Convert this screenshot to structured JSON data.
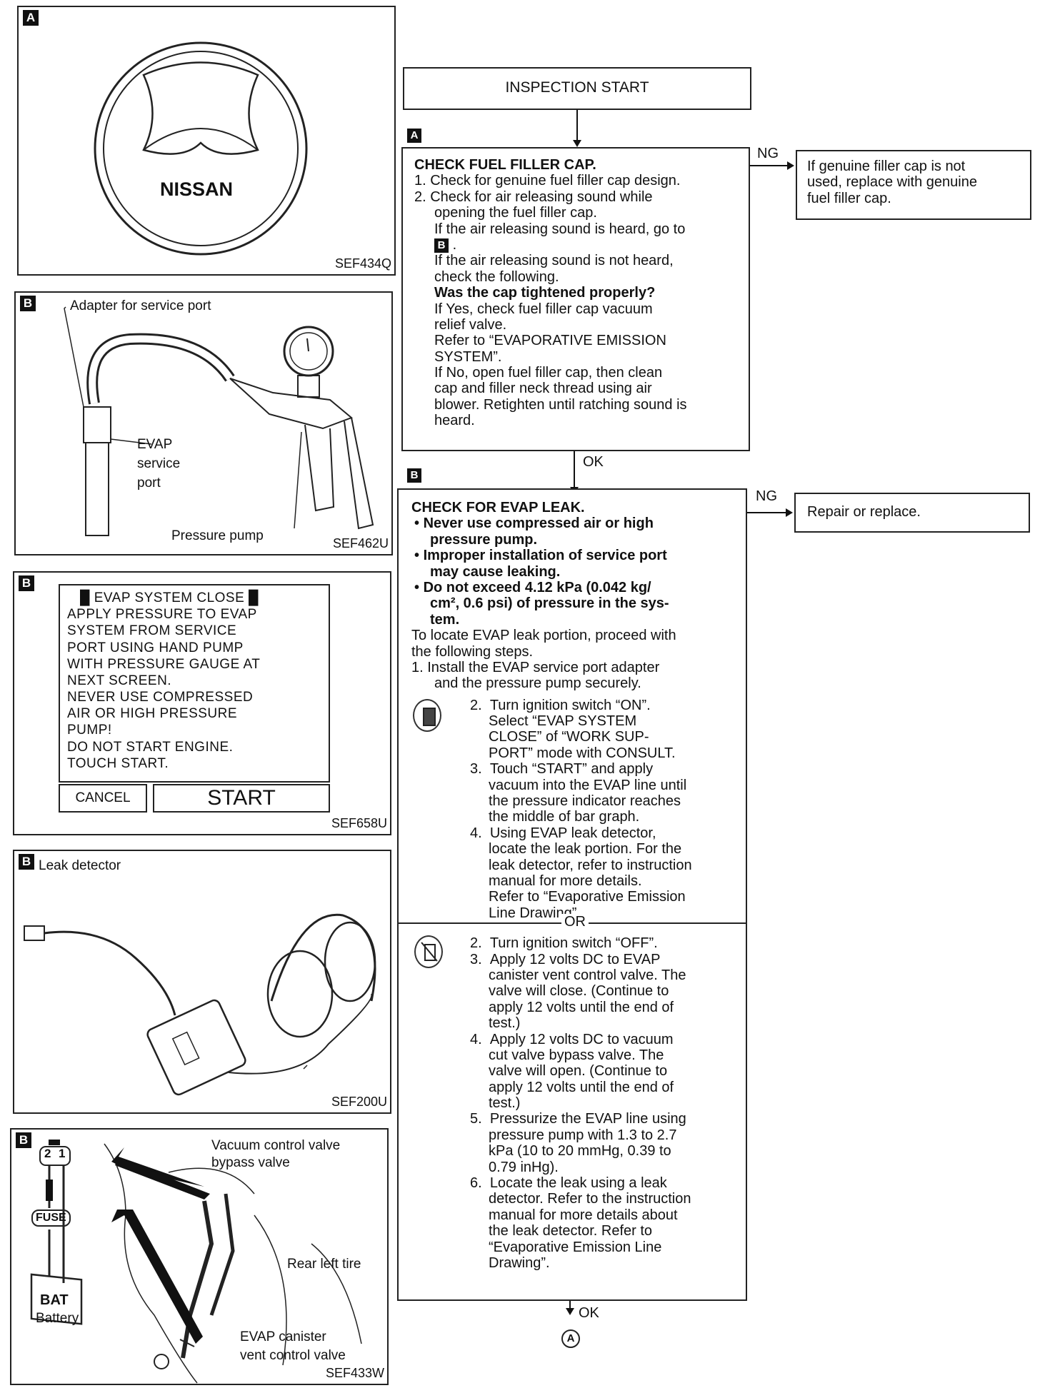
{
  "panelA": {
    "tag": "A",
    "cap_text": "NISSAN",
    "code": "SEF434Q"
  },
  "panelB1": {
    "tag": "B",
    "adapter_label": "Adapter for service port",
    "evap_port_label": [
      "EVAP",
      "service",
      "port"
    ],
    "pump_label": "Pressure pump",
    "code": "SEF462U"
  },
  "panelB2": {
    "tag": "B",
    "screen_lines": [
      "█ EVAP SYSTEM CLOSE █",
      "APPLY PRESSURE TO EVAP",
      "SYSTEM FROM SERVICE",
      "PORT USING HAND PUMP",
      "WITH PRESSURE GAUGE AT",
      "NEXT SCREEN.",
      "NEVER USE COMPRESSED",
      "AIR OR HIGH PRESSURE",
      "PUMP!",
      "DO NOT START ENGINE.",
      "TOUCH START."
    ],
    "cancel_label": "CANCEL",
    "start_label": "START",
    "code": "SEF658U"
  },
  "panelB3": {
    "tag": "B",
    "title": "Leak detector",
    "code": "SEF200U"
  },
  "panelB4": {
    "tag": "B",
    "vacuum_label": [
      "Vacuum control valve",
      "bypass valve"
    ],
    "tire_label": "Rear left tire",
    "battery_label": "Battery",
    "canister_label": [
      "EVAP canister",
      "vent control valve"
    ],
    "fuse_label": "FUSE",
    "bat_label": "BAT",
    "connector_labels": [
      "2",
      "1"
    ],
    "code": "SEF433W"
  },
  "flow": {
    "start": "INSPECTION START",
    "stepA": {
      "tag": "A",
      "title": "CHECK FUEL FILLER CAP.",
      "lines": [
        "1. Check for genuine fuel filler cap design.",
        "2. Check for air releasing sound while"
      ],
      "indent_lines": [
        "opening the fuel filler cap.",
        "If the air releasing sound is heard, go to"
      ],
      "goto_tag": "B",
      "goto_suffix": ".",
      "not_heard": [
        "If the air releasing sound is not heard,",
        "check the following."
      ],
      "question": "Was the cap tightened properly?",
      "yes_lines": [
        "If Yes, check fuel filler cap vacuum",
        "relief valve.",
        "Refer to “EVAPORATIVE EMISSION",
        "SYSTEM”."
      ],
      "no_lines": [
        "If No, open fuel filler cap, then clean",
        "cap and filler neck thread using air",
        "blower. Retighten until ratching sound is",
        "heard."
      ],
      "ng_label": "NG",
      "ng_box": [
        "If genuine filler cap is not",
        "used, replace with genuine",
        "fuel filler cap."
      ],
      "ok_label": "OK"
    },
    "stepB": {
      "tag": "B",
      "title": "CHECK FOR EVAP LEAK.",
      "bullets": [
        [
          "Never use compressed air or high",
          "pressure pump."
        ],
        [
          "Improper installation of service port",
          "may cause leaking."
        ],
        [
          "Do not exceed 4.12 kPa (0.042 kg/",
          "cm², 0.6 psi) of pressure in the sys-",
          "tem."
        ]
      ],
      "intro": [
        "To locate EVAP leak portion, proceed with",
        "the following steps."
      ],
      "step1": [
        "1.  Install the EVAP service port adapter",
        "and the pressure pump securely."
      ],
      "consult_steps": [
        [
          "2.",
          "Turn ignition switch “ON”.",
          "Select “EVAP SYSTEM",
          "CLOSE” of “WORK SUP-",
          "PORT” mode with CONSULT."
        ],
        [
          "3.",
          "Touch “START” and apply",
          "vacuum into the EVAP line until",
          "the pressure indicator reaches",
          "the middle of bar graph."
        ],
        [
          "4.",
          "Using EVAP leak detector,",
          "locate the leak portion. For the",
          "leak detector, refer to instruction",
          "manual for more details.",
          "Refer to “Evaporative Emission",
          "Line Drawing”."
        ]
      ],
      "or_label": "OR",
      "manual_steps": [
        [
          "2.",
          "Turn ignition switch “OFF”."
        ],
        [
          "3.",
          "Apply 12 volts DC to EVAP",
          "canister vent control valve. The",
          "valve will close. (Continue to",
          "apply 12 volts until the end of",
          "test.)"
        ],
        [
          "4.",
          "Apply 12 volts DC to vacuum",
          "cut valve bypass valve. The",
          "valve will open. (Continue to",
          "apply 12 volts until the end of",
          "test.)"
        ],
        [
          "5.",
          "Pressurize the EVAP line using",
          "pressure pump with 1.3 to 2.7",
          "kPa (10 to 20 mmHg, 0.39 to",
          "0.79 inHg)."
        ],
        [
          "6.",
          "Locate the leak using a leak",
          "detector. Refer to the instruction",
          "manual for more details about",
          "the leak detector. Refer to",
          "“Evaporative Emission Line",
          "Drawing”."
        ]
      ],
      "ng_label": "NG",
      "ng_box": "Repair or replace.",
      "ok_label": "OK",
      "connector": "A"
    }
  }
}
